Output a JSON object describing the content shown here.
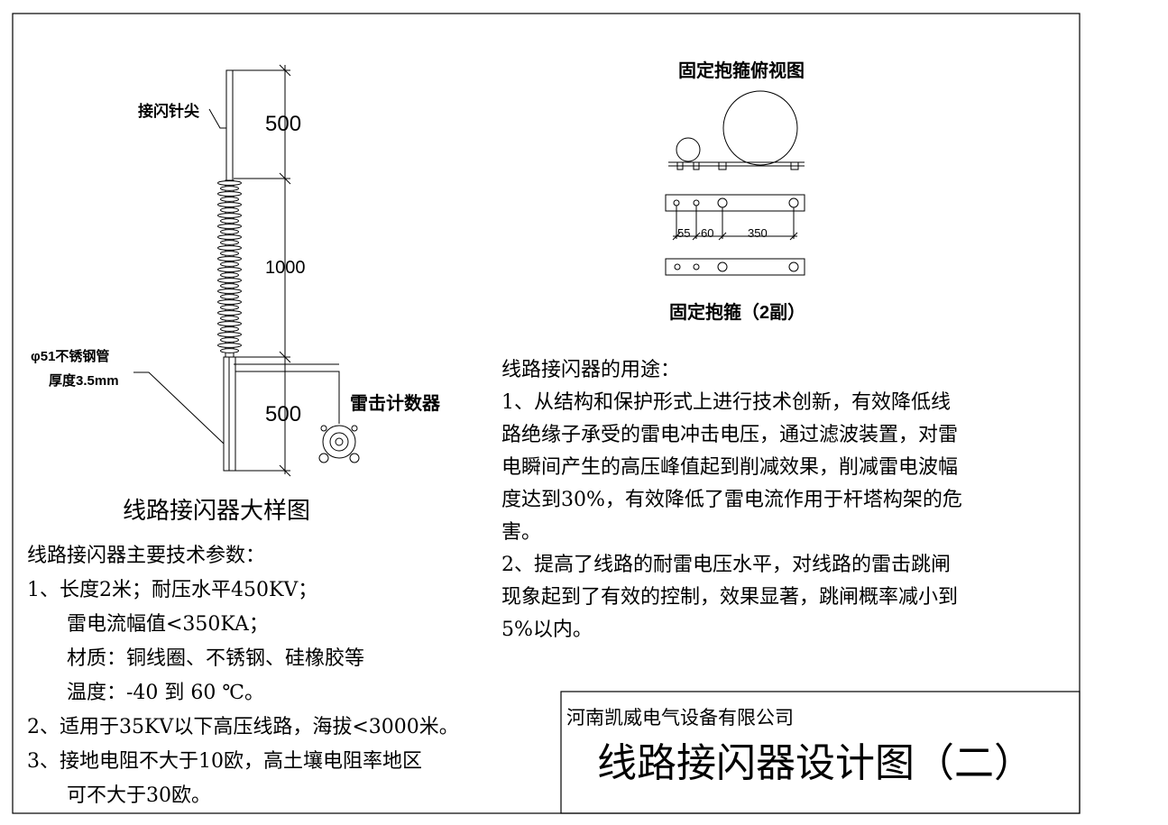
{
  "detail": {
    "title": "线路接闪器大样图",
    "tip_label": "接闪针尖",
    "pipe_label_1": "φ51不锈钢管",
    "pipe_label_2": "厚度3.5mm",
    "counter_label": "雷击计数器",
    "dims": [
      "500",
      "1000",
      "500"
    ]
  },
  "clamp": {
    "top_title": "固定抱箍俯视图",
    "bottom_title": "固定抱箍（2副）",
    "dims": [
      "55",
      "60",
      "350"
    ]
  },
  "params": {
    "heading": "线路接闪器主要技术参数：",
    "lines": [
      "1、长度2米；耐压水平450KV；",
      "雷电流幅值<350KA；",
      "材质：铜线圈、不锈钢、硅橡胶等",
      "温度：-40 到 60 ℃。",
      "2、适用于35KV以下高压线路，海拔<3000米。",
      "3、接地电阻不大于10欧，高土壤电阻率地区",
      "可不大于30欧。"
    ]
  },
  "usage": {
    "heading": "线路接闪器的用途：",
    "lines": [
      "1、从结构和保护形式上进行技术创新，有效降低线",
      "路绝缘子承受的雷电冲击电压，通过滤波装置，对雷",
      "电瞬间产生的高压峰值起到削减效果，削减雷电波幅",
      "度达到30%，有效降低了雷电流作用于杆塔构架的危",
      "害。",
      "2、提高了线路的耐雷电压水平，对线路的雷击跳闸",
      "现象起到了有效的控制，效果显著，跳闸概率减小到",
      "5%以内。"
    ]
  },
  "title_block": {
    "company": "河南凯威电气设备有限公司",
    "drawing_title": "线路接闪器设计图（二）"
  }
}
